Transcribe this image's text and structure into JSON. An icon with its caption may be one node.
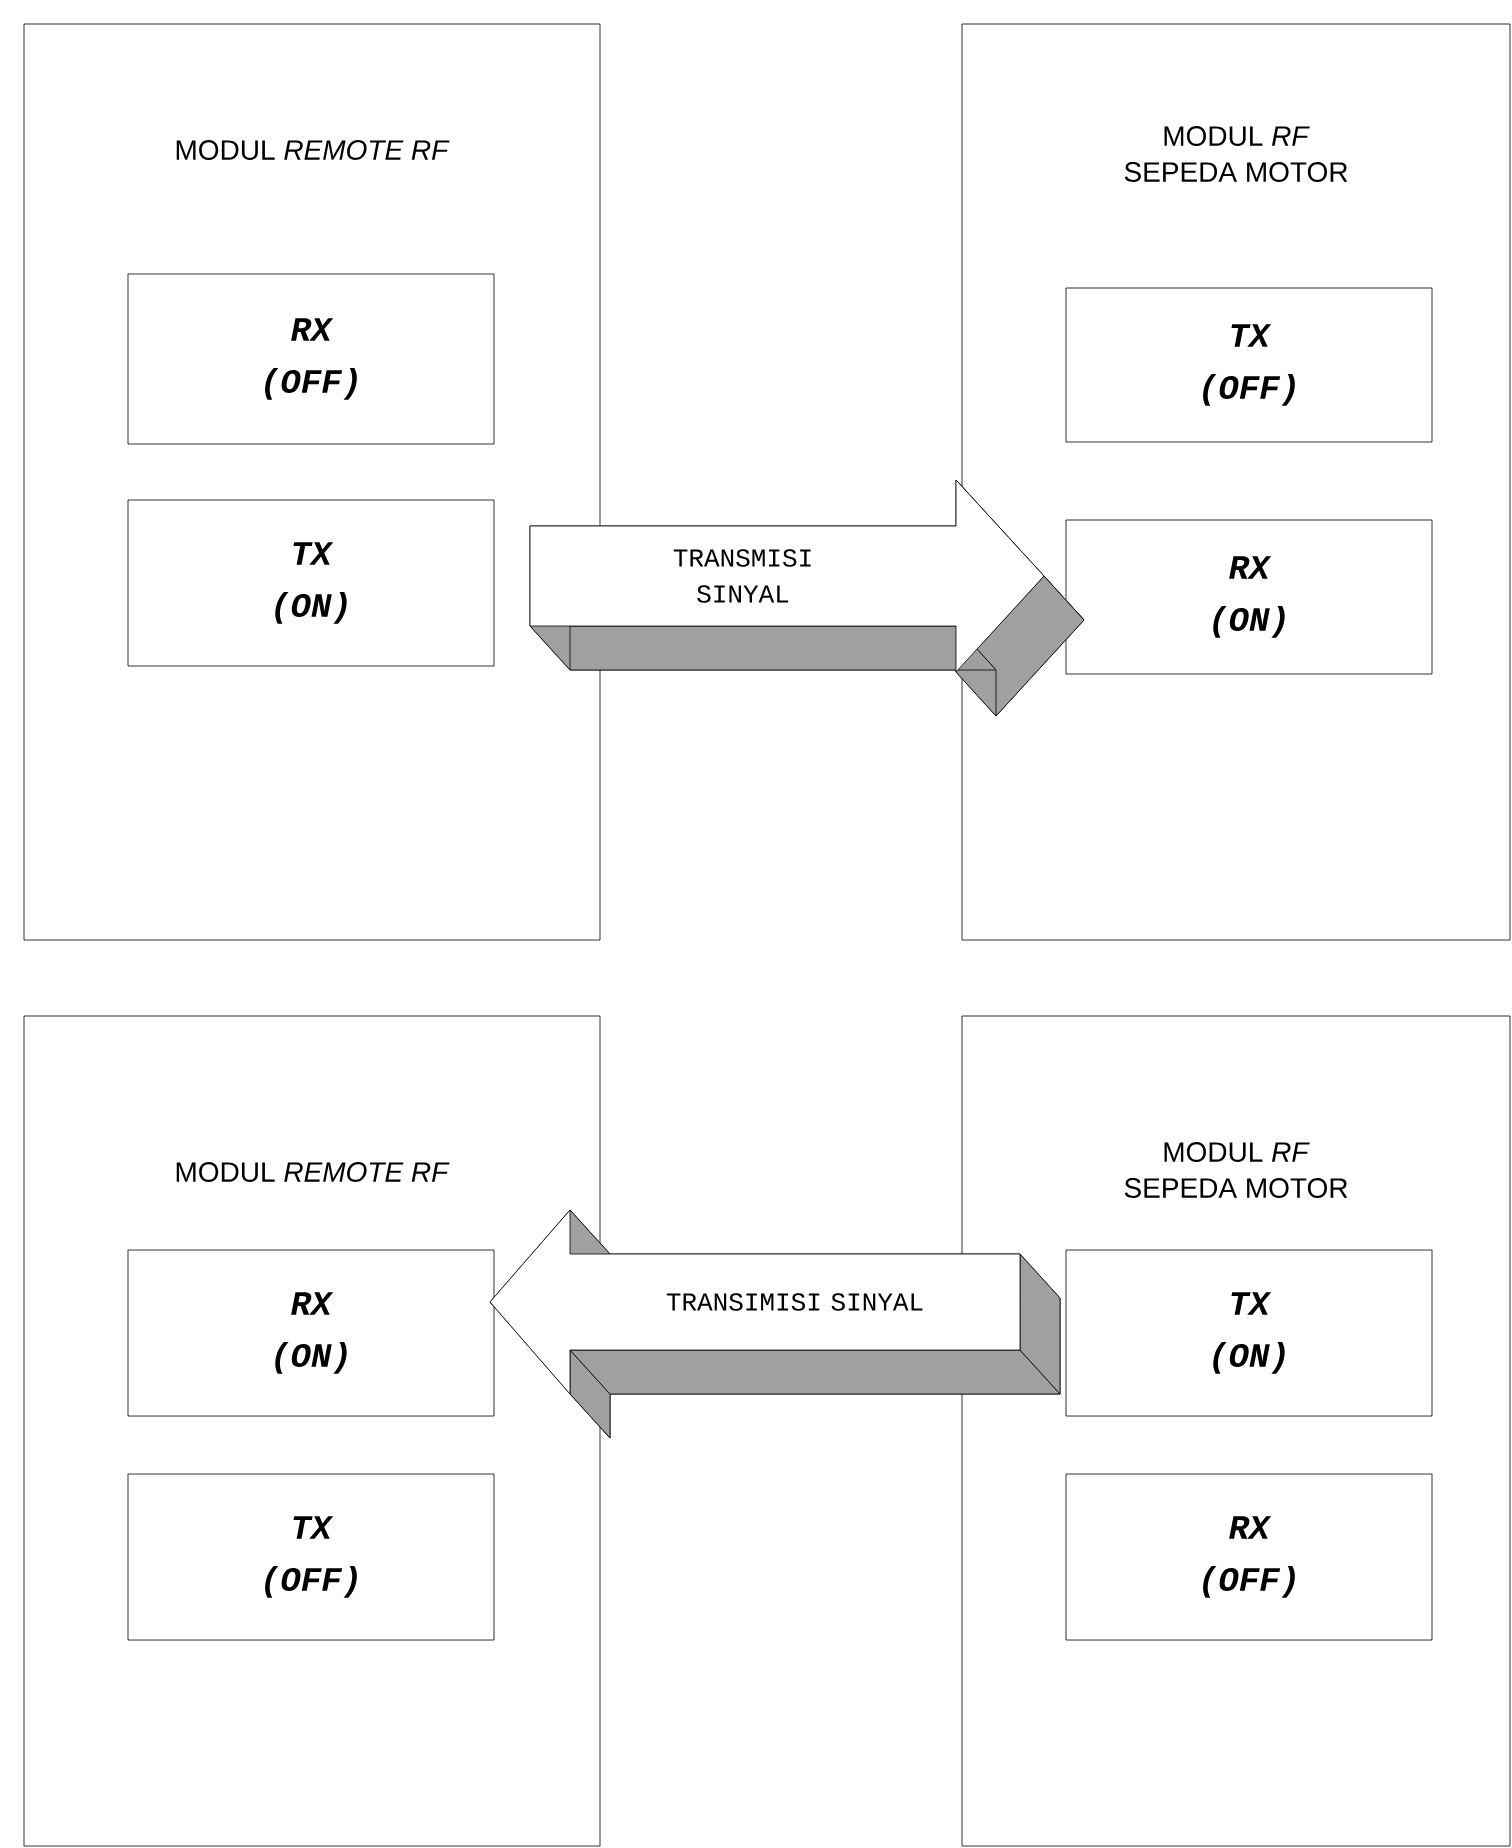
{
  "diagram": {
    "nodes": [
      {
        "text": [
          "MODUL *REMOTE RF*"
        ]
      },
      {
        "text": [
          "RX",
          "(OFF)"
        ],
        "in": 0
      },
      {
        "text": [
          "TX",
          "(ON)"
        ],
        "in": 0
      },
      {
        "text": [
          "MODUL *RF*",
          "SEPEDA MOTOR"
        ]
      },
      {
        "text": [
          "TX",
          "(OFF)"
        ],
        "in": 3
      },
      {
        "text": [
          "RX",
          "(ON)"
        ],
        "in": 3
      },
      {
        "text": [
          "MODUL *REMOTE RF*"
        ]
      },
      {
        "text": [
          "RX",
          "(ON)"
        ],
        "in": 6
      },
      {
        "text": [
          "TX",
          "(OFF)"
        ],
        "in": 6
      },
      {
        "text": [
          "MODUL *RF*",
          "SEPEDA MOTOR"
        ]
      },
      {
        "text": [
          "TX",
          "(ON)"
        ],
        "in": 9
      },
      {
        "text": [
          "RX",
          "(OFF)"
        ],
        "in": 9
      }
    ],
    "edges": [
      {
        "from": 2,
        "to": 5,
        "arrow": "to",
        "label": "TRANSMISI SINYAL"
      },
      {
        "from": 10,
        "to": 7,
        "arrow": "to",
        "label": "TRANSIMISI SINYAL"
      }
    ]
  }
}
